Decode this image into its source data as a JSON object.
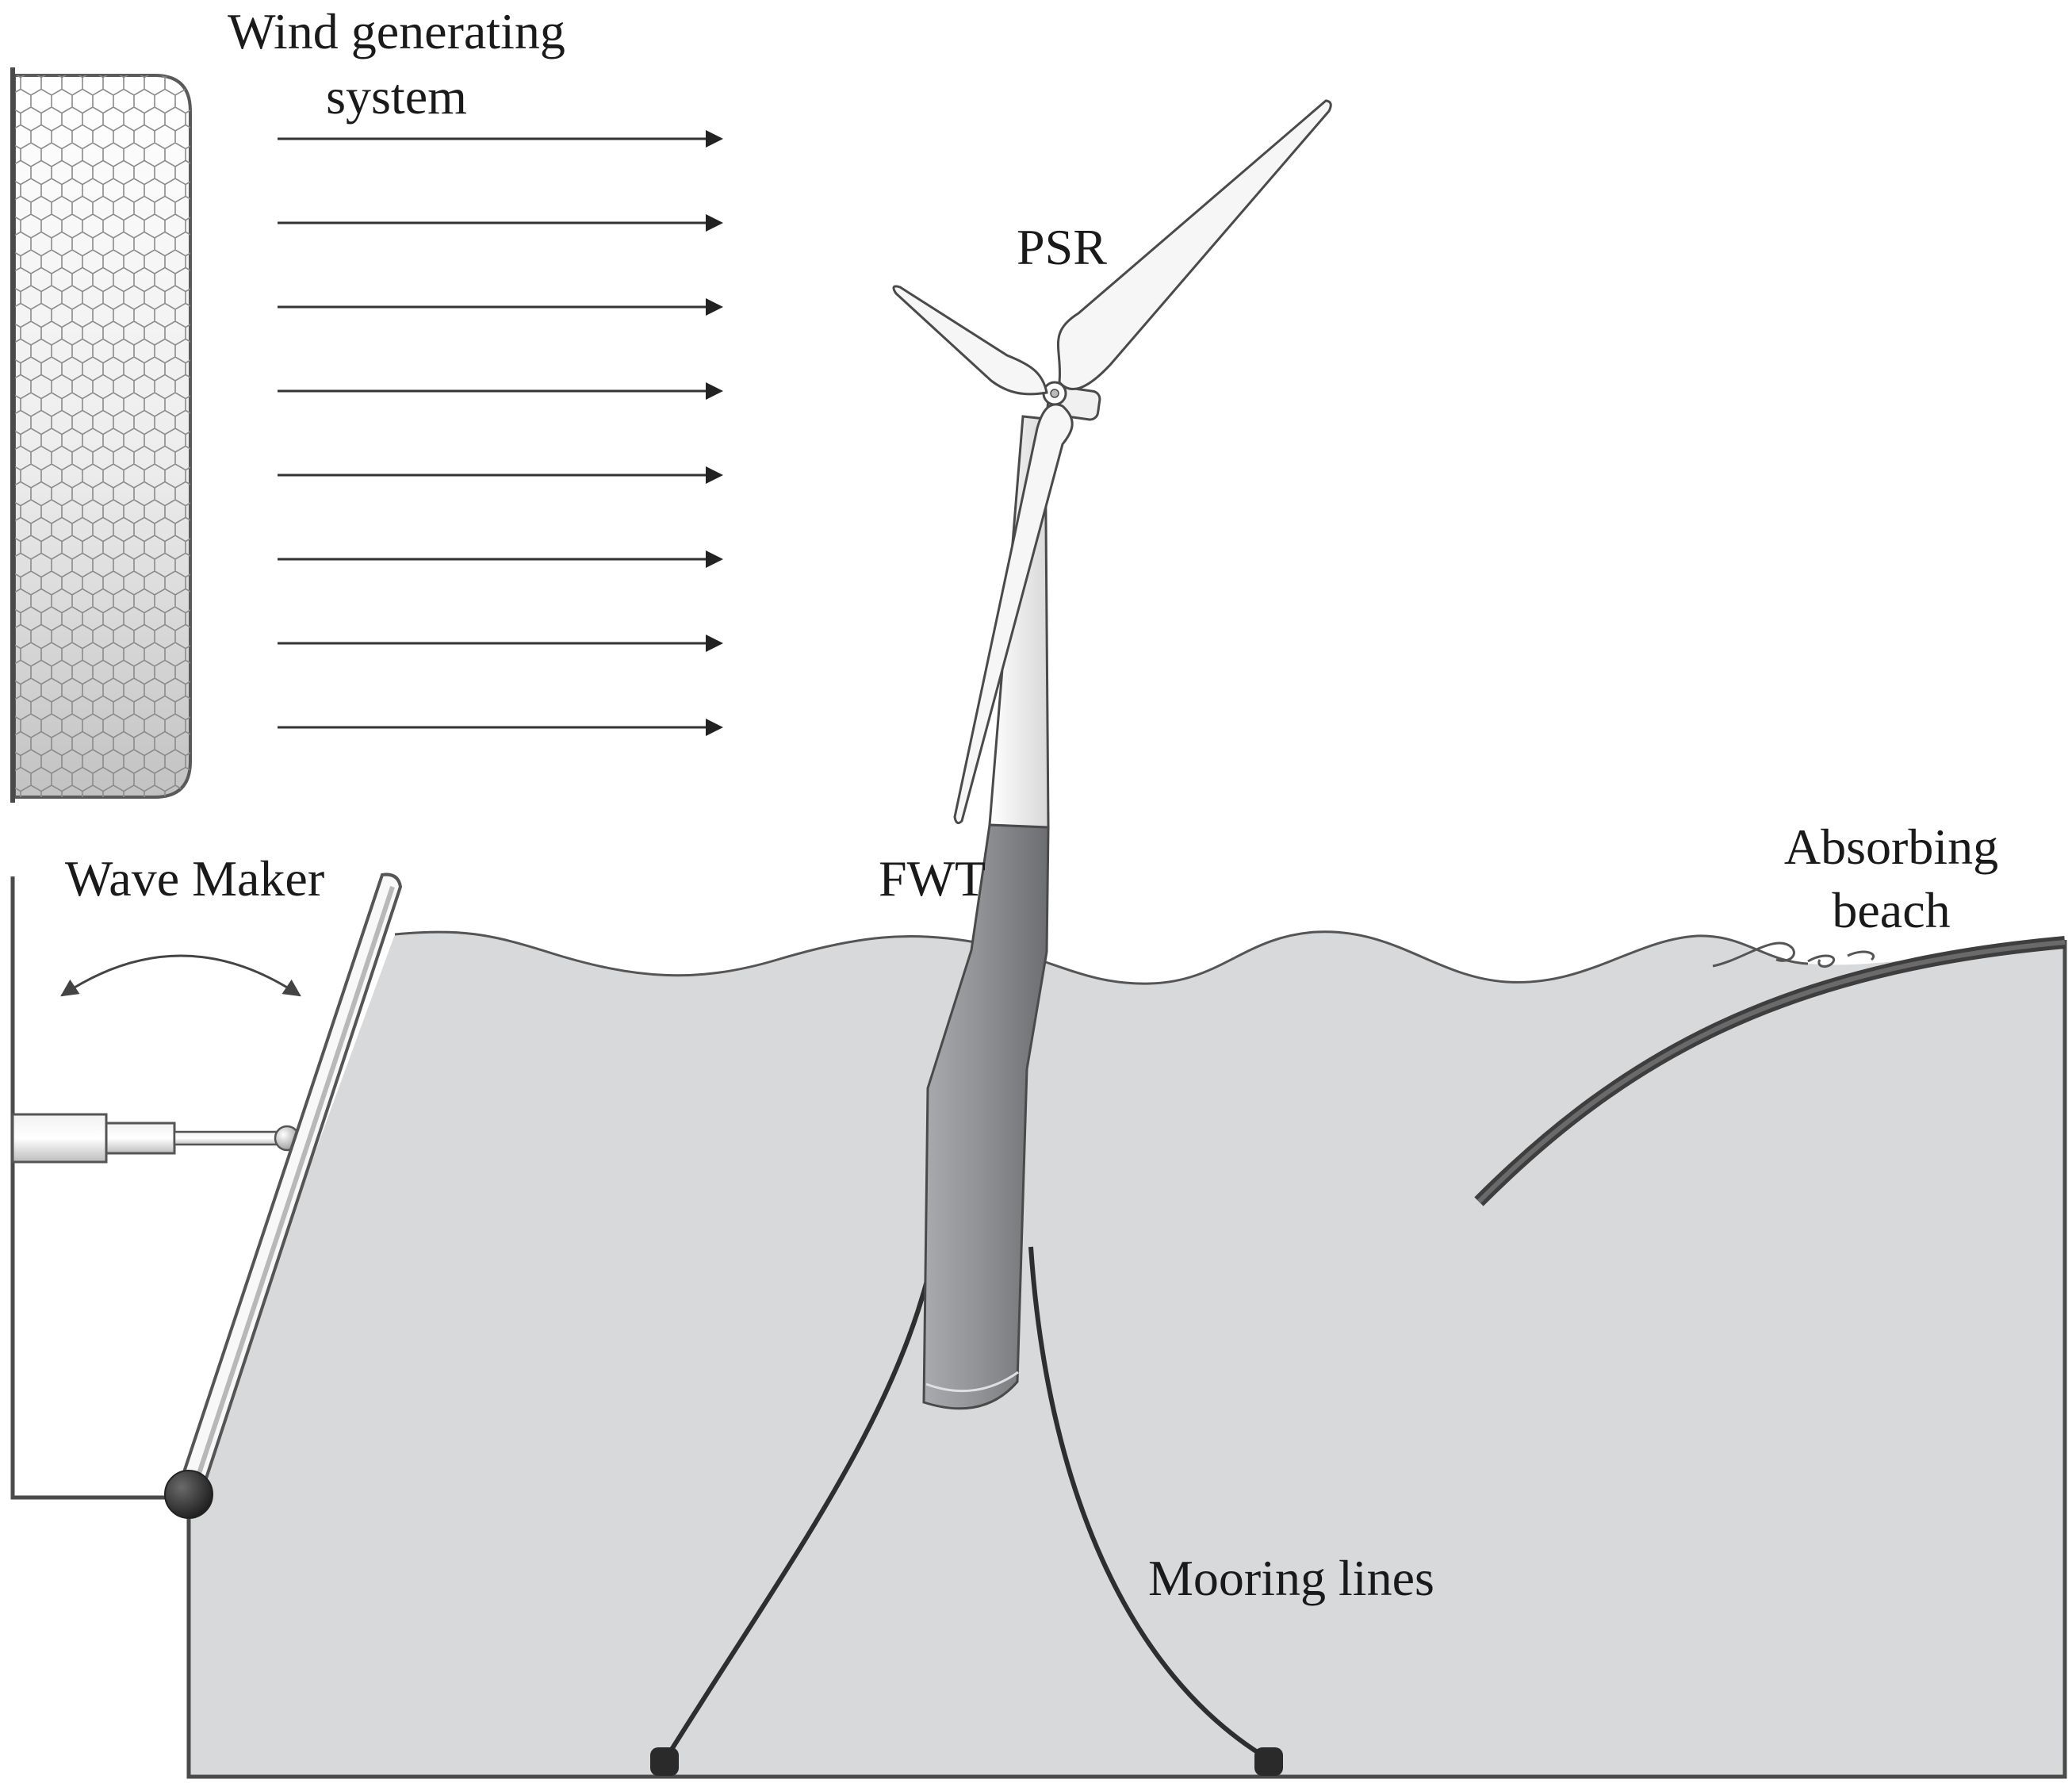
{
  "labels": {
    "wind_line1": "Wind generating",
    "wind_line2": "system",
    "psr": "PSR",
    "wave_maker": "Wave Maker",
    "fwt": "FWT",
    "absorbing_line1": "Absorbing",
    "absorbing_line2": "beach",
    "mooring": "Mooring lines"
  },
  "colors": {
    "outline": "#4a4a4a",
    "water": "#d7d8da",
    "spar": "#8e9093",
    "beach": "#404040",
    "blade": "#f4f4f4"
  },
  "wind_arrow_count": 8
}
